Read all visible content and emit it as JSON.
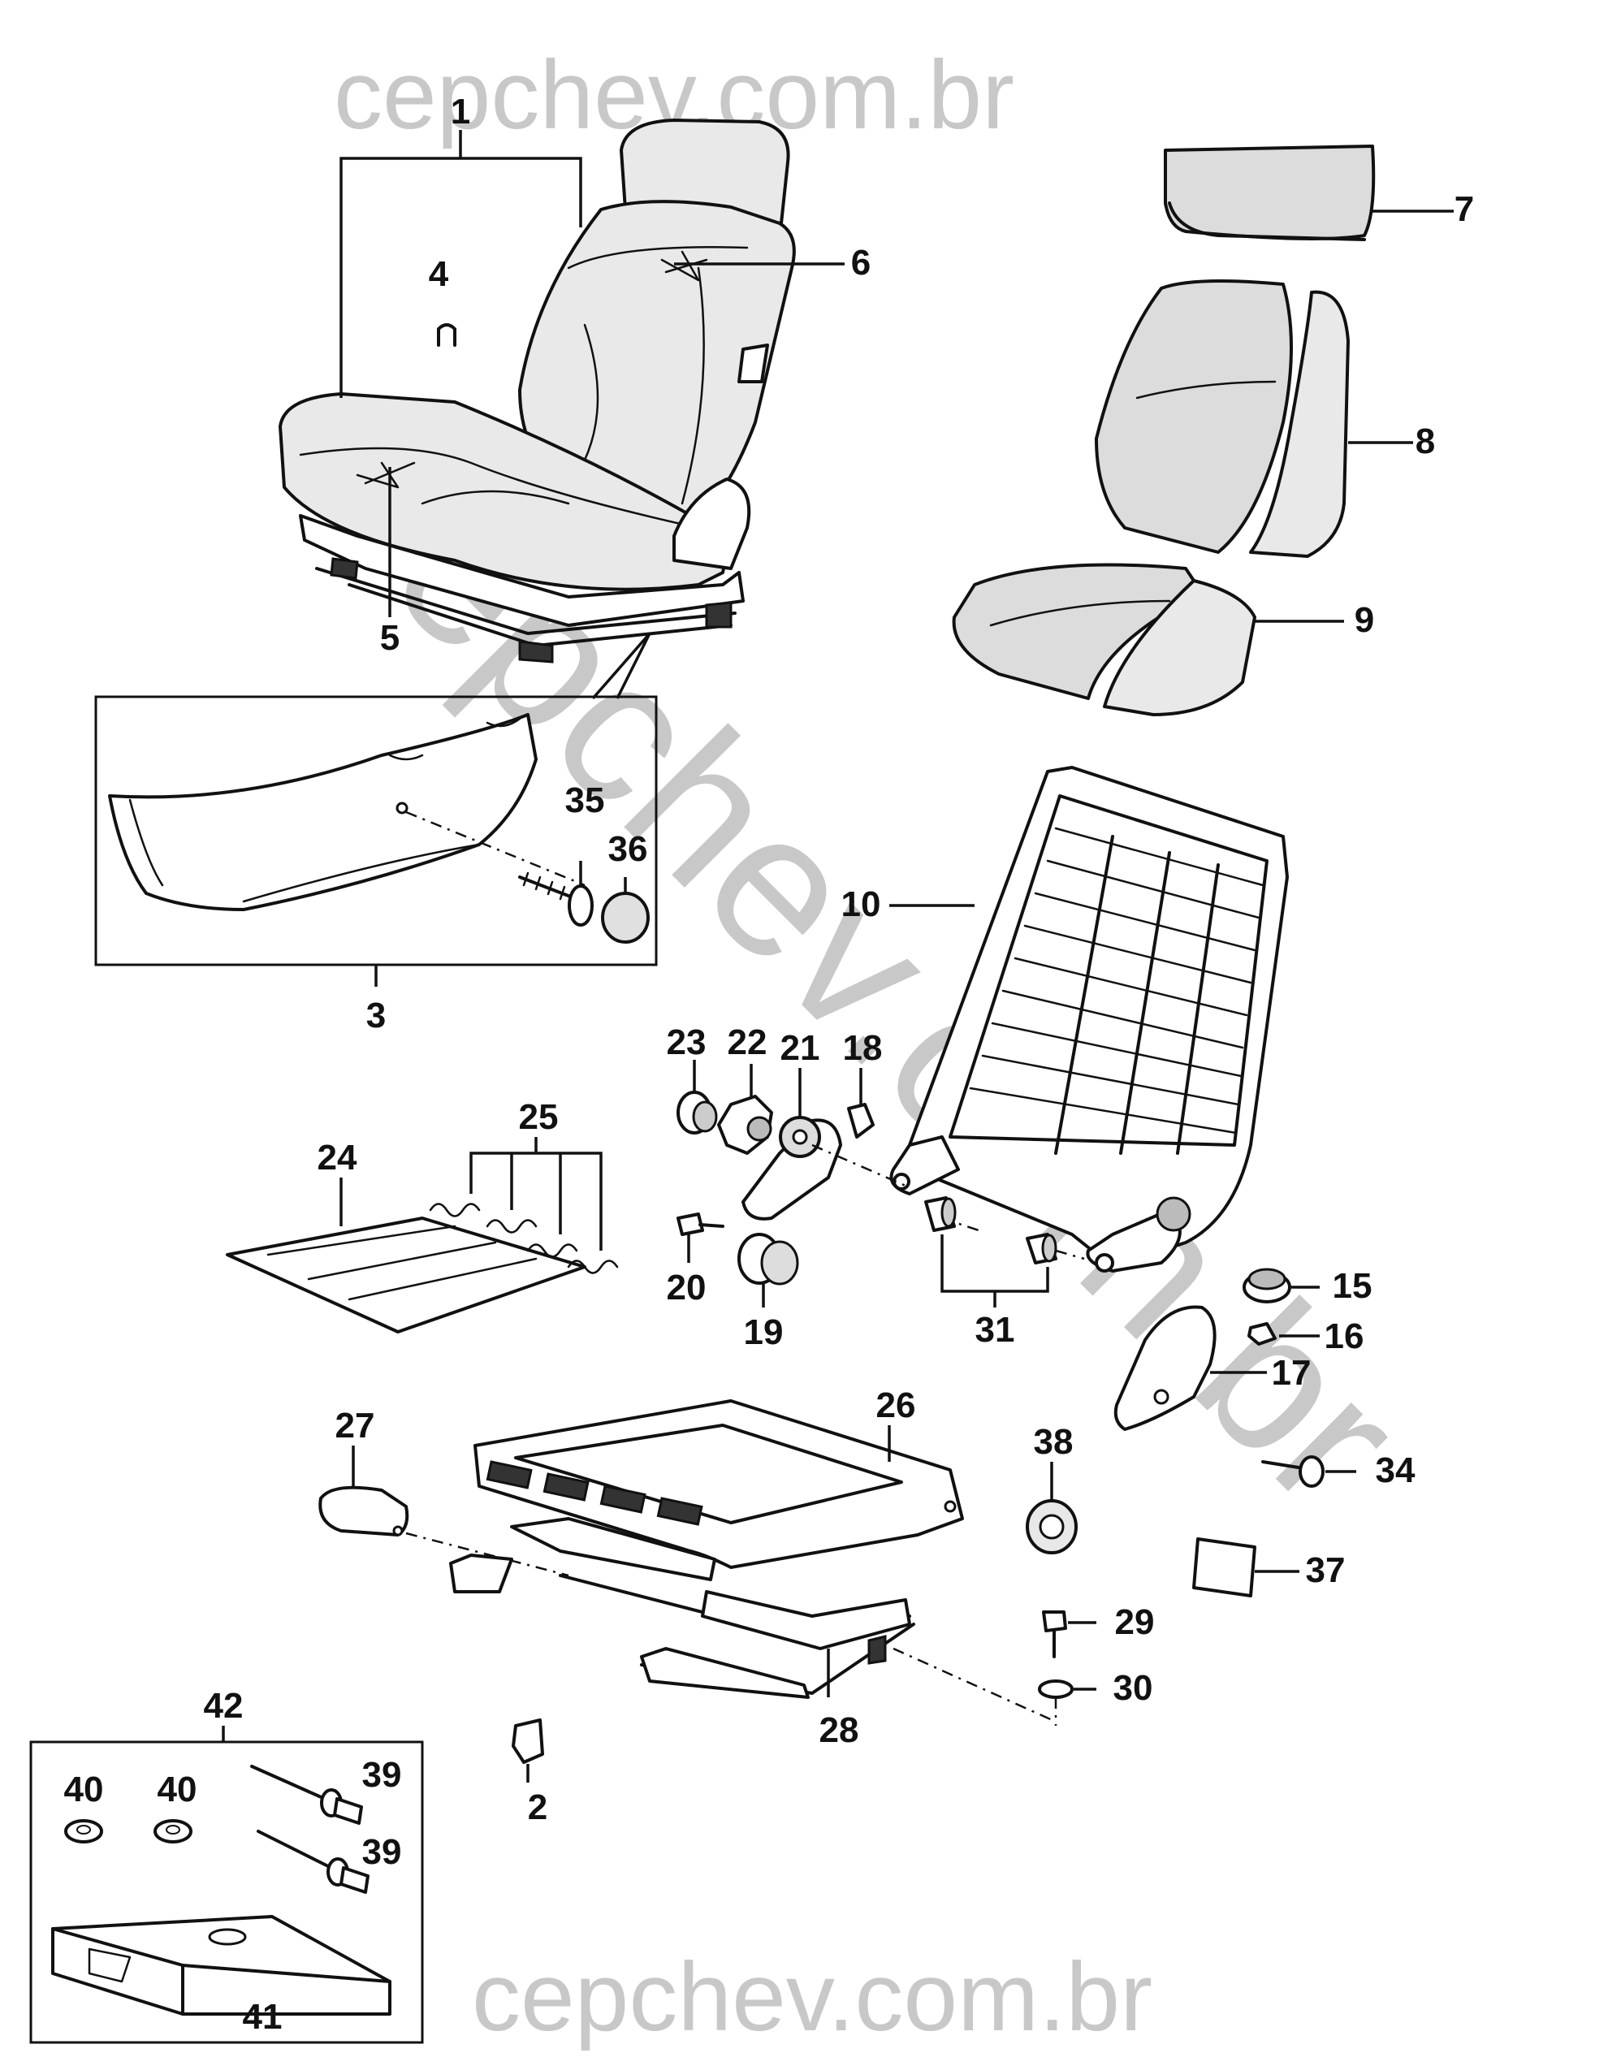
{
  "watermark": {
    "top": "cepchev.com.br",
    "bottom": "cepchev.com.br",
    "diagonal": "cepchev.com.br"
  },
  "callouts": {
    "c1": "1",
    "c2": "2",
    "c3": "3",
    "c4": "4",
    "c5": "5",
    "c6": "6",
    "c7": "7",
    "c8": "8",
    "c9": "9",
    "c10": "10",
    "c15": "15",
    "c16": "16",
    "c17": "17",
    "c18": "18",
    "c19": "19",
    "c20": "20",
    "c21": "21",
    "c22": "22",
    "c23": "23",
    "c24": "24",
    "c25": "25",
    "c26": "26",
    "c27": "27",
    "c28": "28",
    "c29": "29",
    "c30": "30",
    "c31": "31",
    "c34": "34",
    "c35": "35",
    "c36": "36",
    "c37": "37",
    "c38": "38",
    "c39a": "39",
    "c39b": "39",
    "c40a": "40",
    "c40b": "40",
    "c41": "41",
    "c42": "42"
  }
}
